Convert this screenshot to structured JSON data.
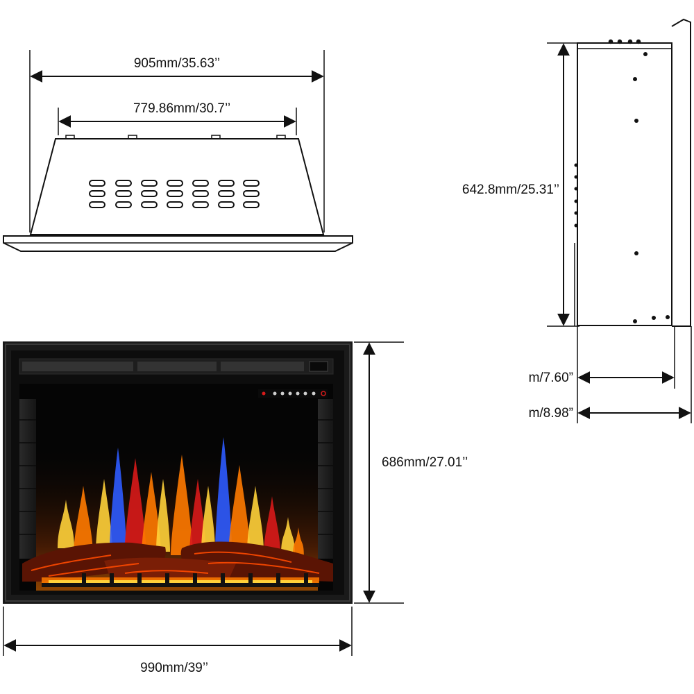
{
  "dimensions": {
    "top_overall_width": "905mm/35.63’’",
    "top_body_width": "779.86mm/30.7’’",
    "side_height": "642.8mm/25.31’’",
    "side_depth_body": " m/7.60”",
    "side_depth_total": " m/8.98”",
    "front_height": "686mm/27.01’’",
    "front_width": "990mm/39’’"
  },
  "colors": {
    "line": "#111111",
    "frame": "#1a1a1a",
    "firebox": "#050505",
    "flame_orange": "#ff7a00",
    "flame_yellow": "#ffd23a",
    "flame_blue": "#2d5bff",
    "flame_red": "#d81a1a",
    "ember": "#ff4a00"
  },
  "icons": [
    "fireplace-control-panel-icon",
    "flame-icon"
  ]
}
